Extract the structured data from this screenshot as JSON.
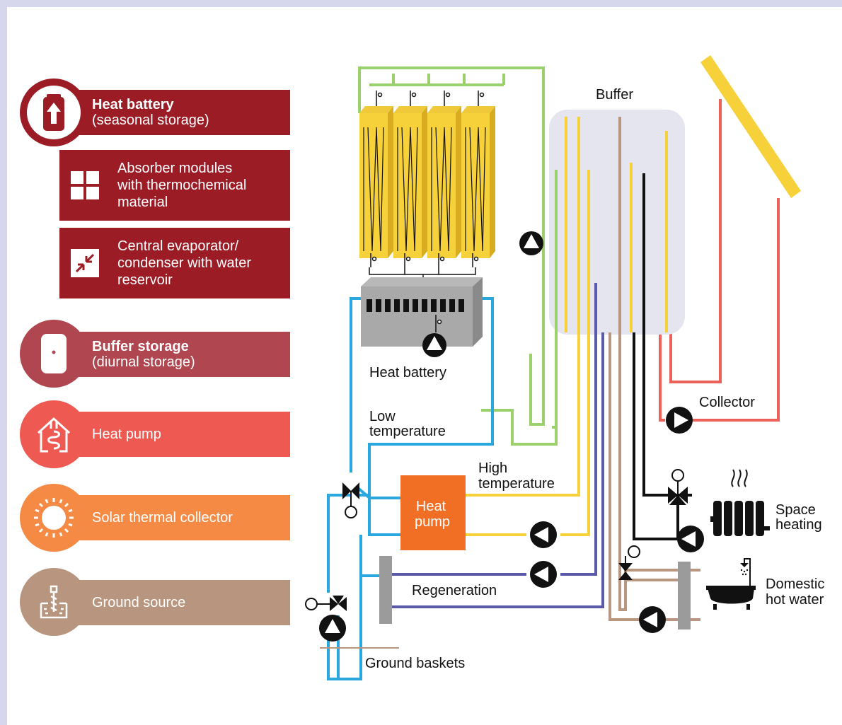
{
  "legend": {
    "heat_battery": {
      "title": "Heat battery",
      "subtitle": "(seasonal storage)",
      "color": "#9c1c26"
    },
    "absorber": {
      "text_l1": "Absorber modules",
      "text_l2": "with thermochemical",
      "text_l3": "material",
      "color": "#9c1c26"
    },
    "evaporator": {
      "text_l1": "Central evaporator/",
      "text_l2": "condenser with water",
      "text_l3": "reservoir",
      "color": "#9c1c26"
    },
    "buffer": {
      "title": "Buffer storage",
      "subtitle": "(diurnal storage)",
      "color": "#b04650"
    },
    "heat_pump": {
      "title": "Heat pump",
      "color": "#ee5a52"
    },
    "solar": {
      "title": "Solar thermal collector",
      "color": "#f58a45"
    },
    "ground": {
      "title": "Ground source",
      "color": "#b8957e"
    }
  },
  "diagram": {
    "buffer_label": "Buffer",
    "heat_battery_label": "Heat battery",
    "collector_label": "Collector",
    "low_temp_l1": "Low",
    "low_temp_l2": "temperature",
    "high_temp_l1": "High",
    "high_temp_l2": "temperature",
    "heat_pump_l1": "Heat",
    "heat_pump_l2": "pump",
    "space_heating_l1": "Space",
    "space_heating_l2": "heating",
    "regeneration_label": "Regeneration",
    "domestic_l1": "Domestic",
    "domestic_l2": "hot water",
    "ground_baskets_label": "Ground baskets"
  },
  "colors": {
    "green": "#9bd06d",
    "yellow": "#f6d13a",
    "blue": "#2ba7df",
    "red": "#ec6159",
    "purple": "#5a5aa8",
    "brown": "#b9967f",
    "black": "#111111",
    "orange": "#f06f24"
  }
}
